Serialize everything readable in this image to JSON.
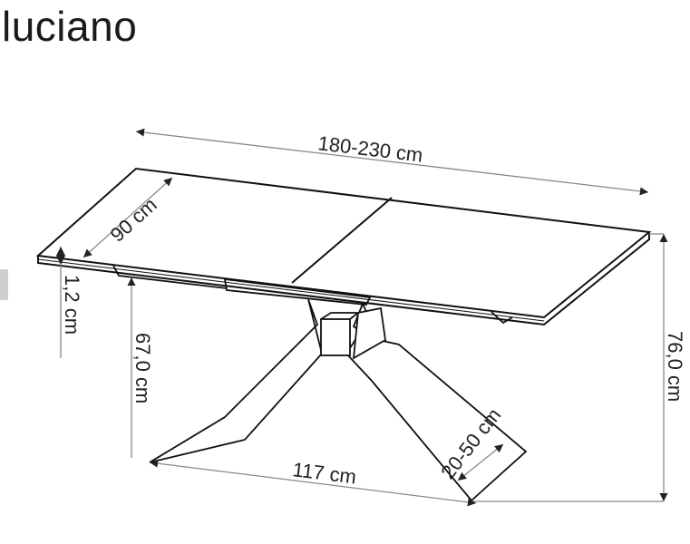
{
  "title": "luciano",
  "dimensions": {
    "length": "180-230 cm",
    "depth": "90 cm",
    "top_thickness": "1,2 cm",
    "clearance_height": "67,0 cm",
    "total_height": "76,0 cm",
    "base_length": "117 cm",
    "leg_width": "20-50 cm"
  }
}
